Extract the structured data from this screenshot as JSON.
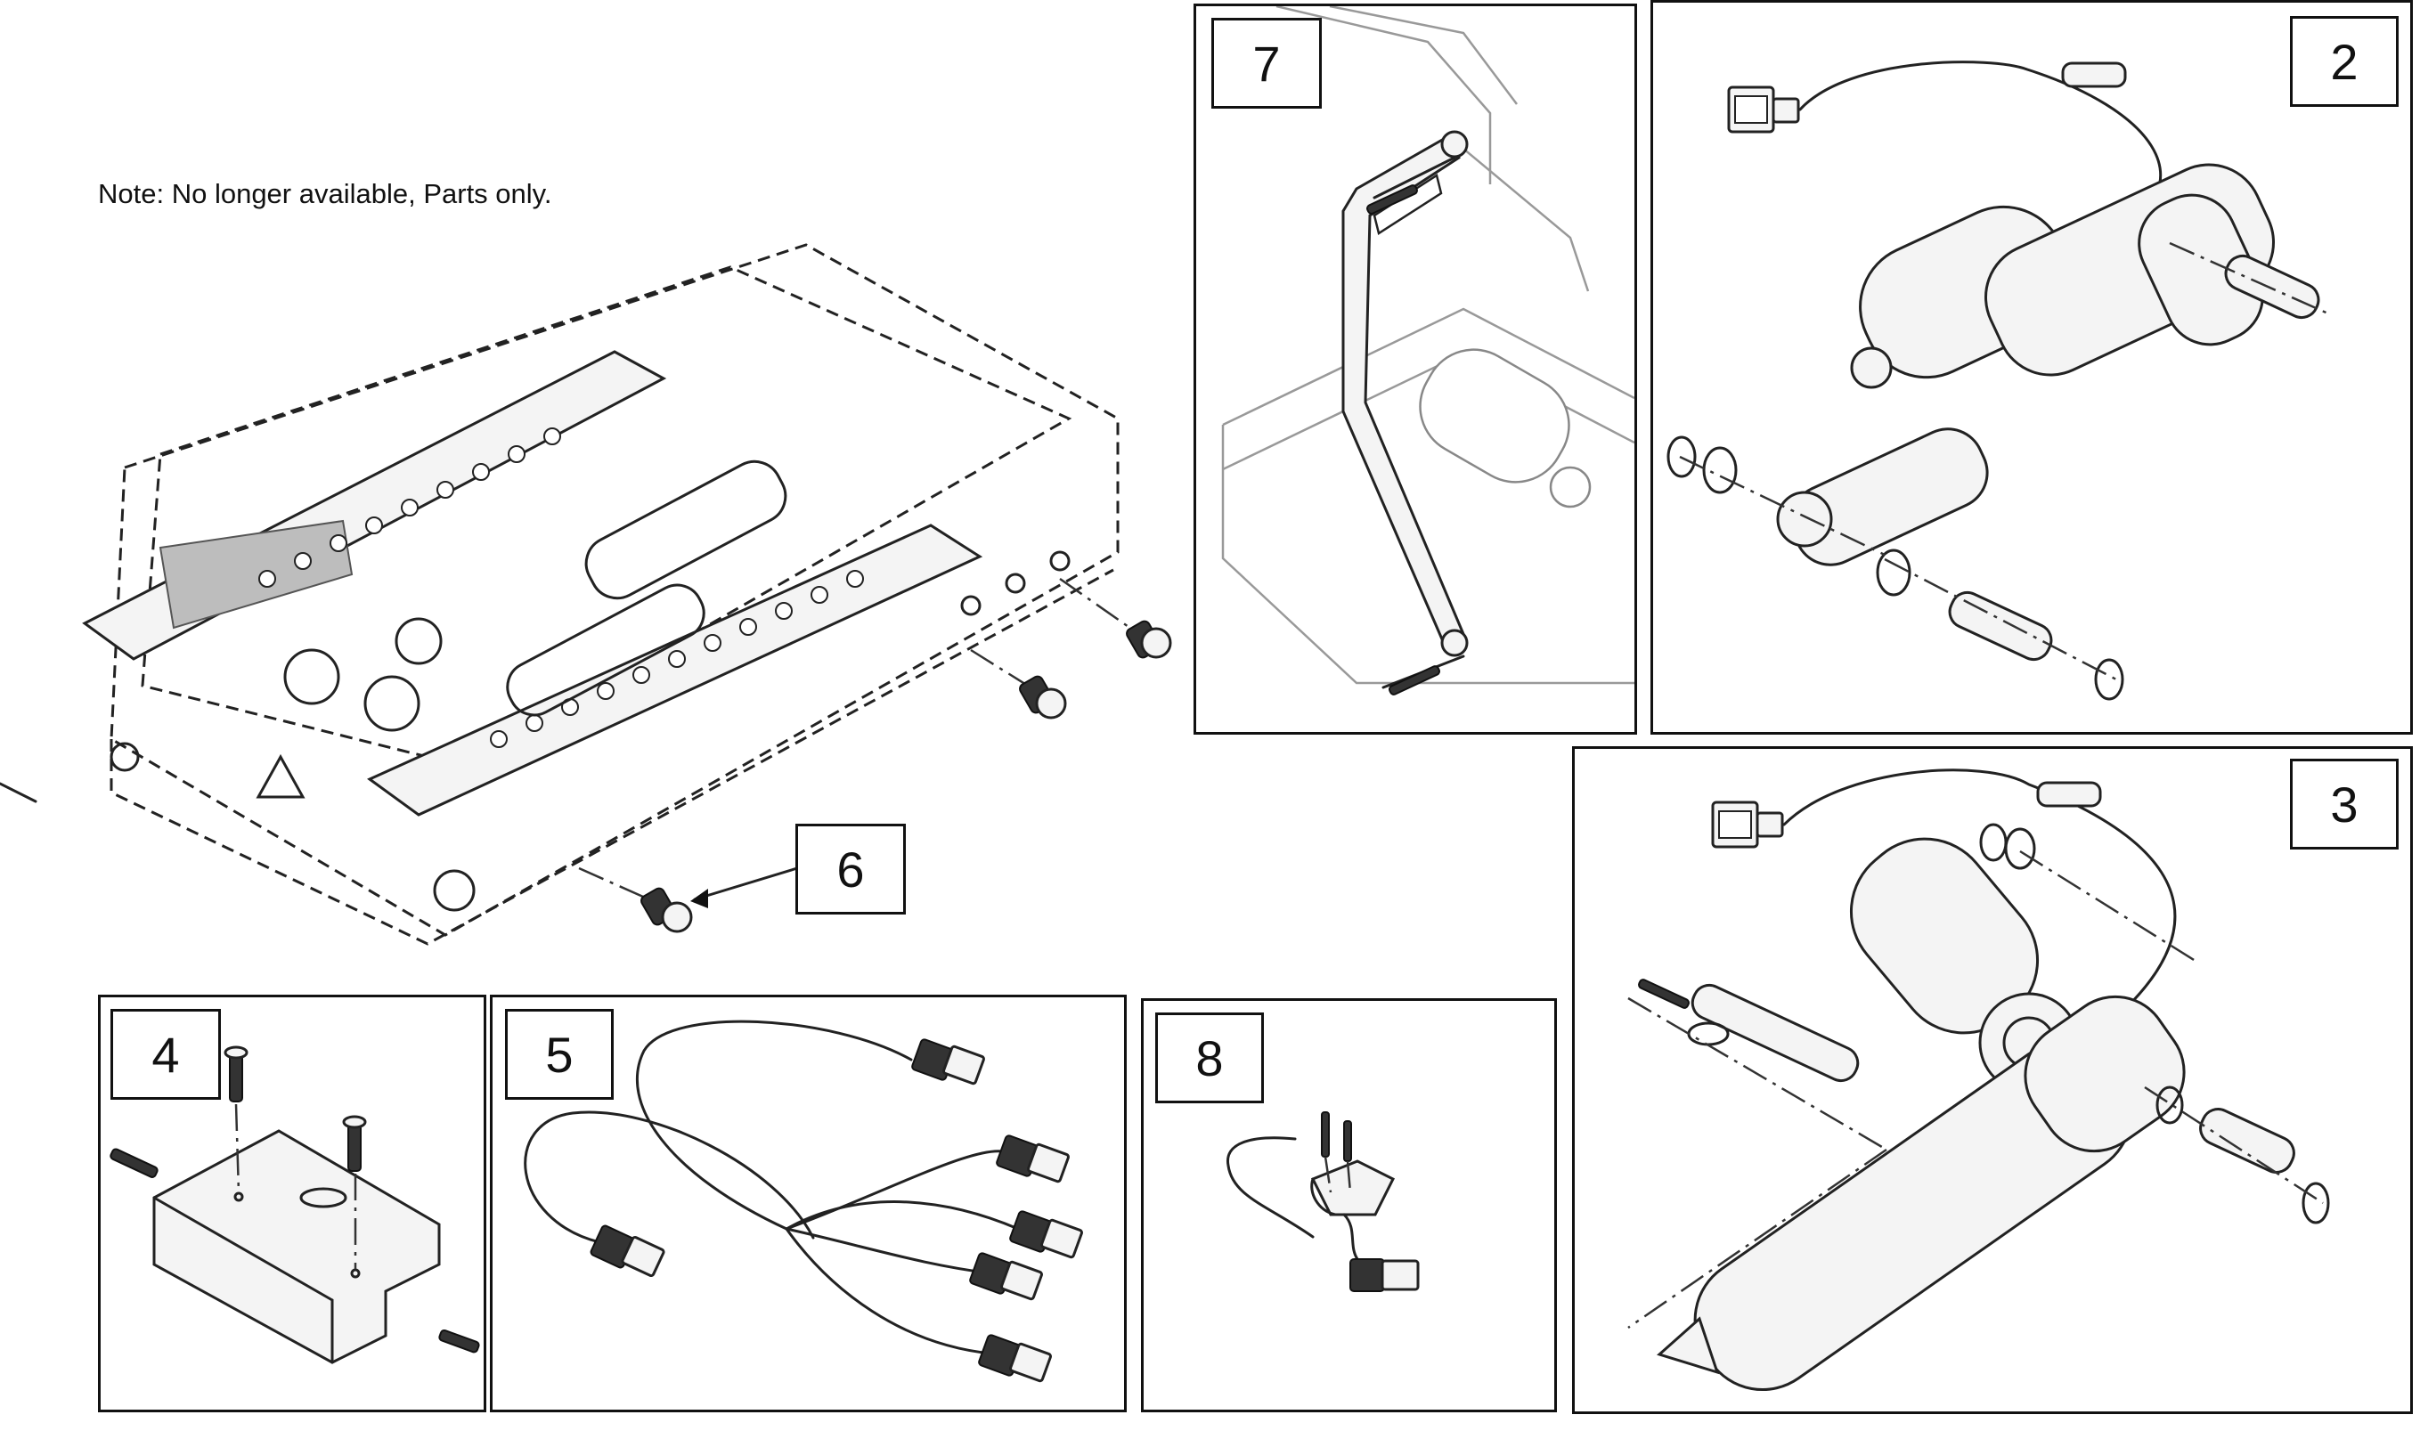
{
  "note": "Note: No longer available, Parts only.",
  "callouts": {
    "c2": "2",
    "c3": "3",
    "c4": "4",
    "c5": "5",
    "c6": "6",
    "c7": "7",
    "c8": "8"
  }
}
